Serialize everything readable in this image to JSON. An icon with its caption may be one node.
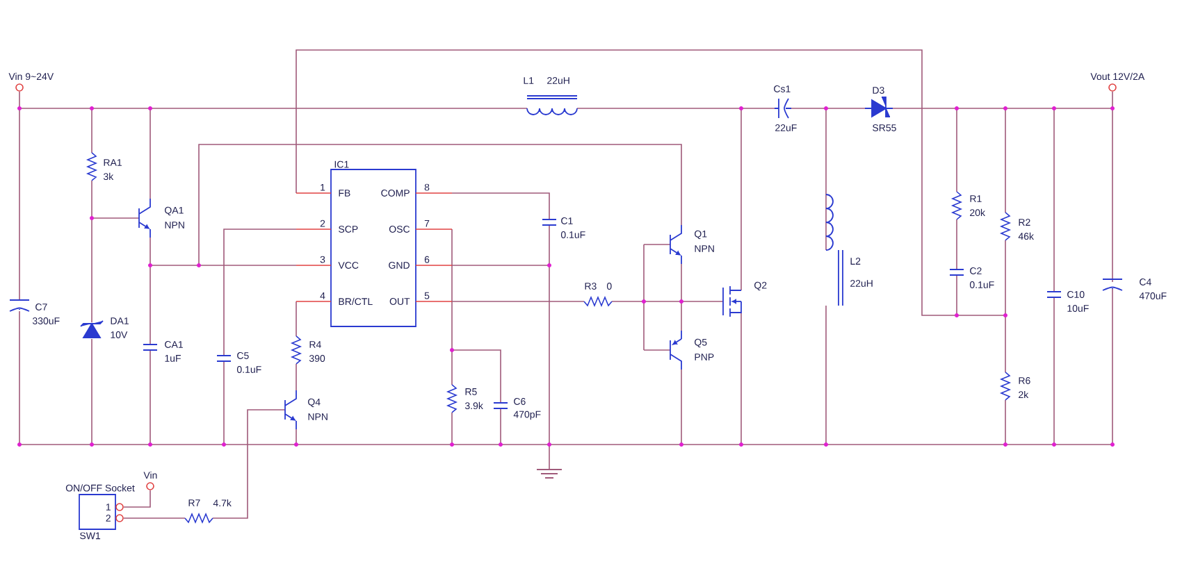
{
  "diagram": {
    "nodes": [
      {
        "text": [
          "IC1",
          "FB",
          "SCP",
          "VCC",
          "BR/CTL",
          "COMP",
          "OSC",
          "GND",
          "OUT"
        ],
        "beside": [
          "1",
          "2",
          "3",
          "4",
          "8",
          "7",
          "6",
          "5"
        ]
      },
      {
        "text": [
          "ON/OFF Socket",
          "SW1",
          "1",
          "2"
        ]
      }
    ],
    "labels": [
      "Vin 9~24V",
      "L1",
      "22uH",
      "Cs1",
      "22uF",
      "D3",
      "SR55",
      "Vout 12V/2A",
      "RA1",
      "3k",
      "QA1",
      "NPN",
      "R1",
      "20k",
      "R2",
      "46k",
      "C1",
      "0.1uF",
      "Q1",
      "NPN",
      "C7",
      "330uF",
      "DA1",
      "10V",
      "R3",
      "0",
      "Q2",
      "L2",
      "22uH",
      "C2",
      "0.1uF",
      "C10",
      "10uF",
      "C4",
      "470uF",
      "CA1",
      "1uF",
      "C5",
      "0.1uF",
      "R4",
      "390",
      "Q5",
      "PNP",
      "R6",
      "2k",
      "R5",
      "3.9k",
      "C6",
      "470pF",
      "Q4",
      "NPN",
      "Vin",
      "R7",
      "4.7k"
    ]
  }
}
